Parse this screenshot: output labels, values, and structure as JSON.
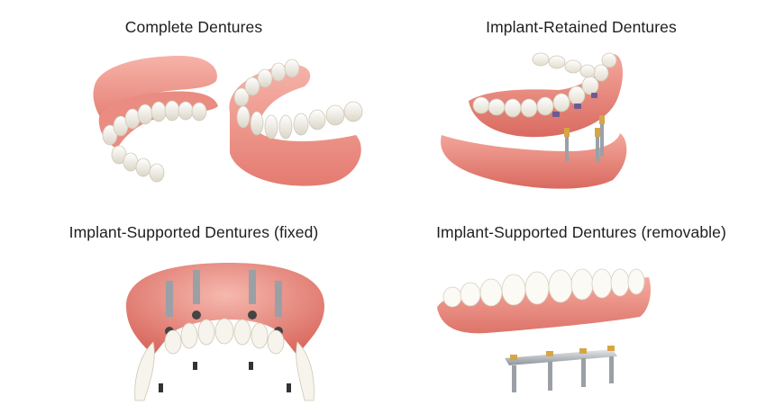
{
  "panels": [
    {
      "id": "complete",
      "caption": "Complete Dentures"
    },
    {
      "id": "implant-retained",
      "caption": "Implant-Retained Dentures"
    },
    {
      "id": "implant-supported-fixed",
      "caption": "Implant-Supported Dentures (fixed)"
    },
    {
      "id": "implant-supported-removable",
      "caption": "Implant-Supported Dentures (removable)"
    }
  ],
  "colors": {
    "gum": "#e9867c",
    "gum_light": "#f6b3a9",
    "gum_dark": "#c95f57",
    "tooth": "#f8f6ee",
    "tooth_shadow": "#d9d3c4",
    "implant_metal": "#9aa0a6",
    "implant_gold": "#d8a545",
    "abutment_purple": "#6b5b95"
  },
  "icons": [
    "complete-denture-illustration",
    "implant-retained-denture-illustration",
    "fixed-implant-denture-illustration",
    "removable-implant-denture-illustration"
  ]
}
